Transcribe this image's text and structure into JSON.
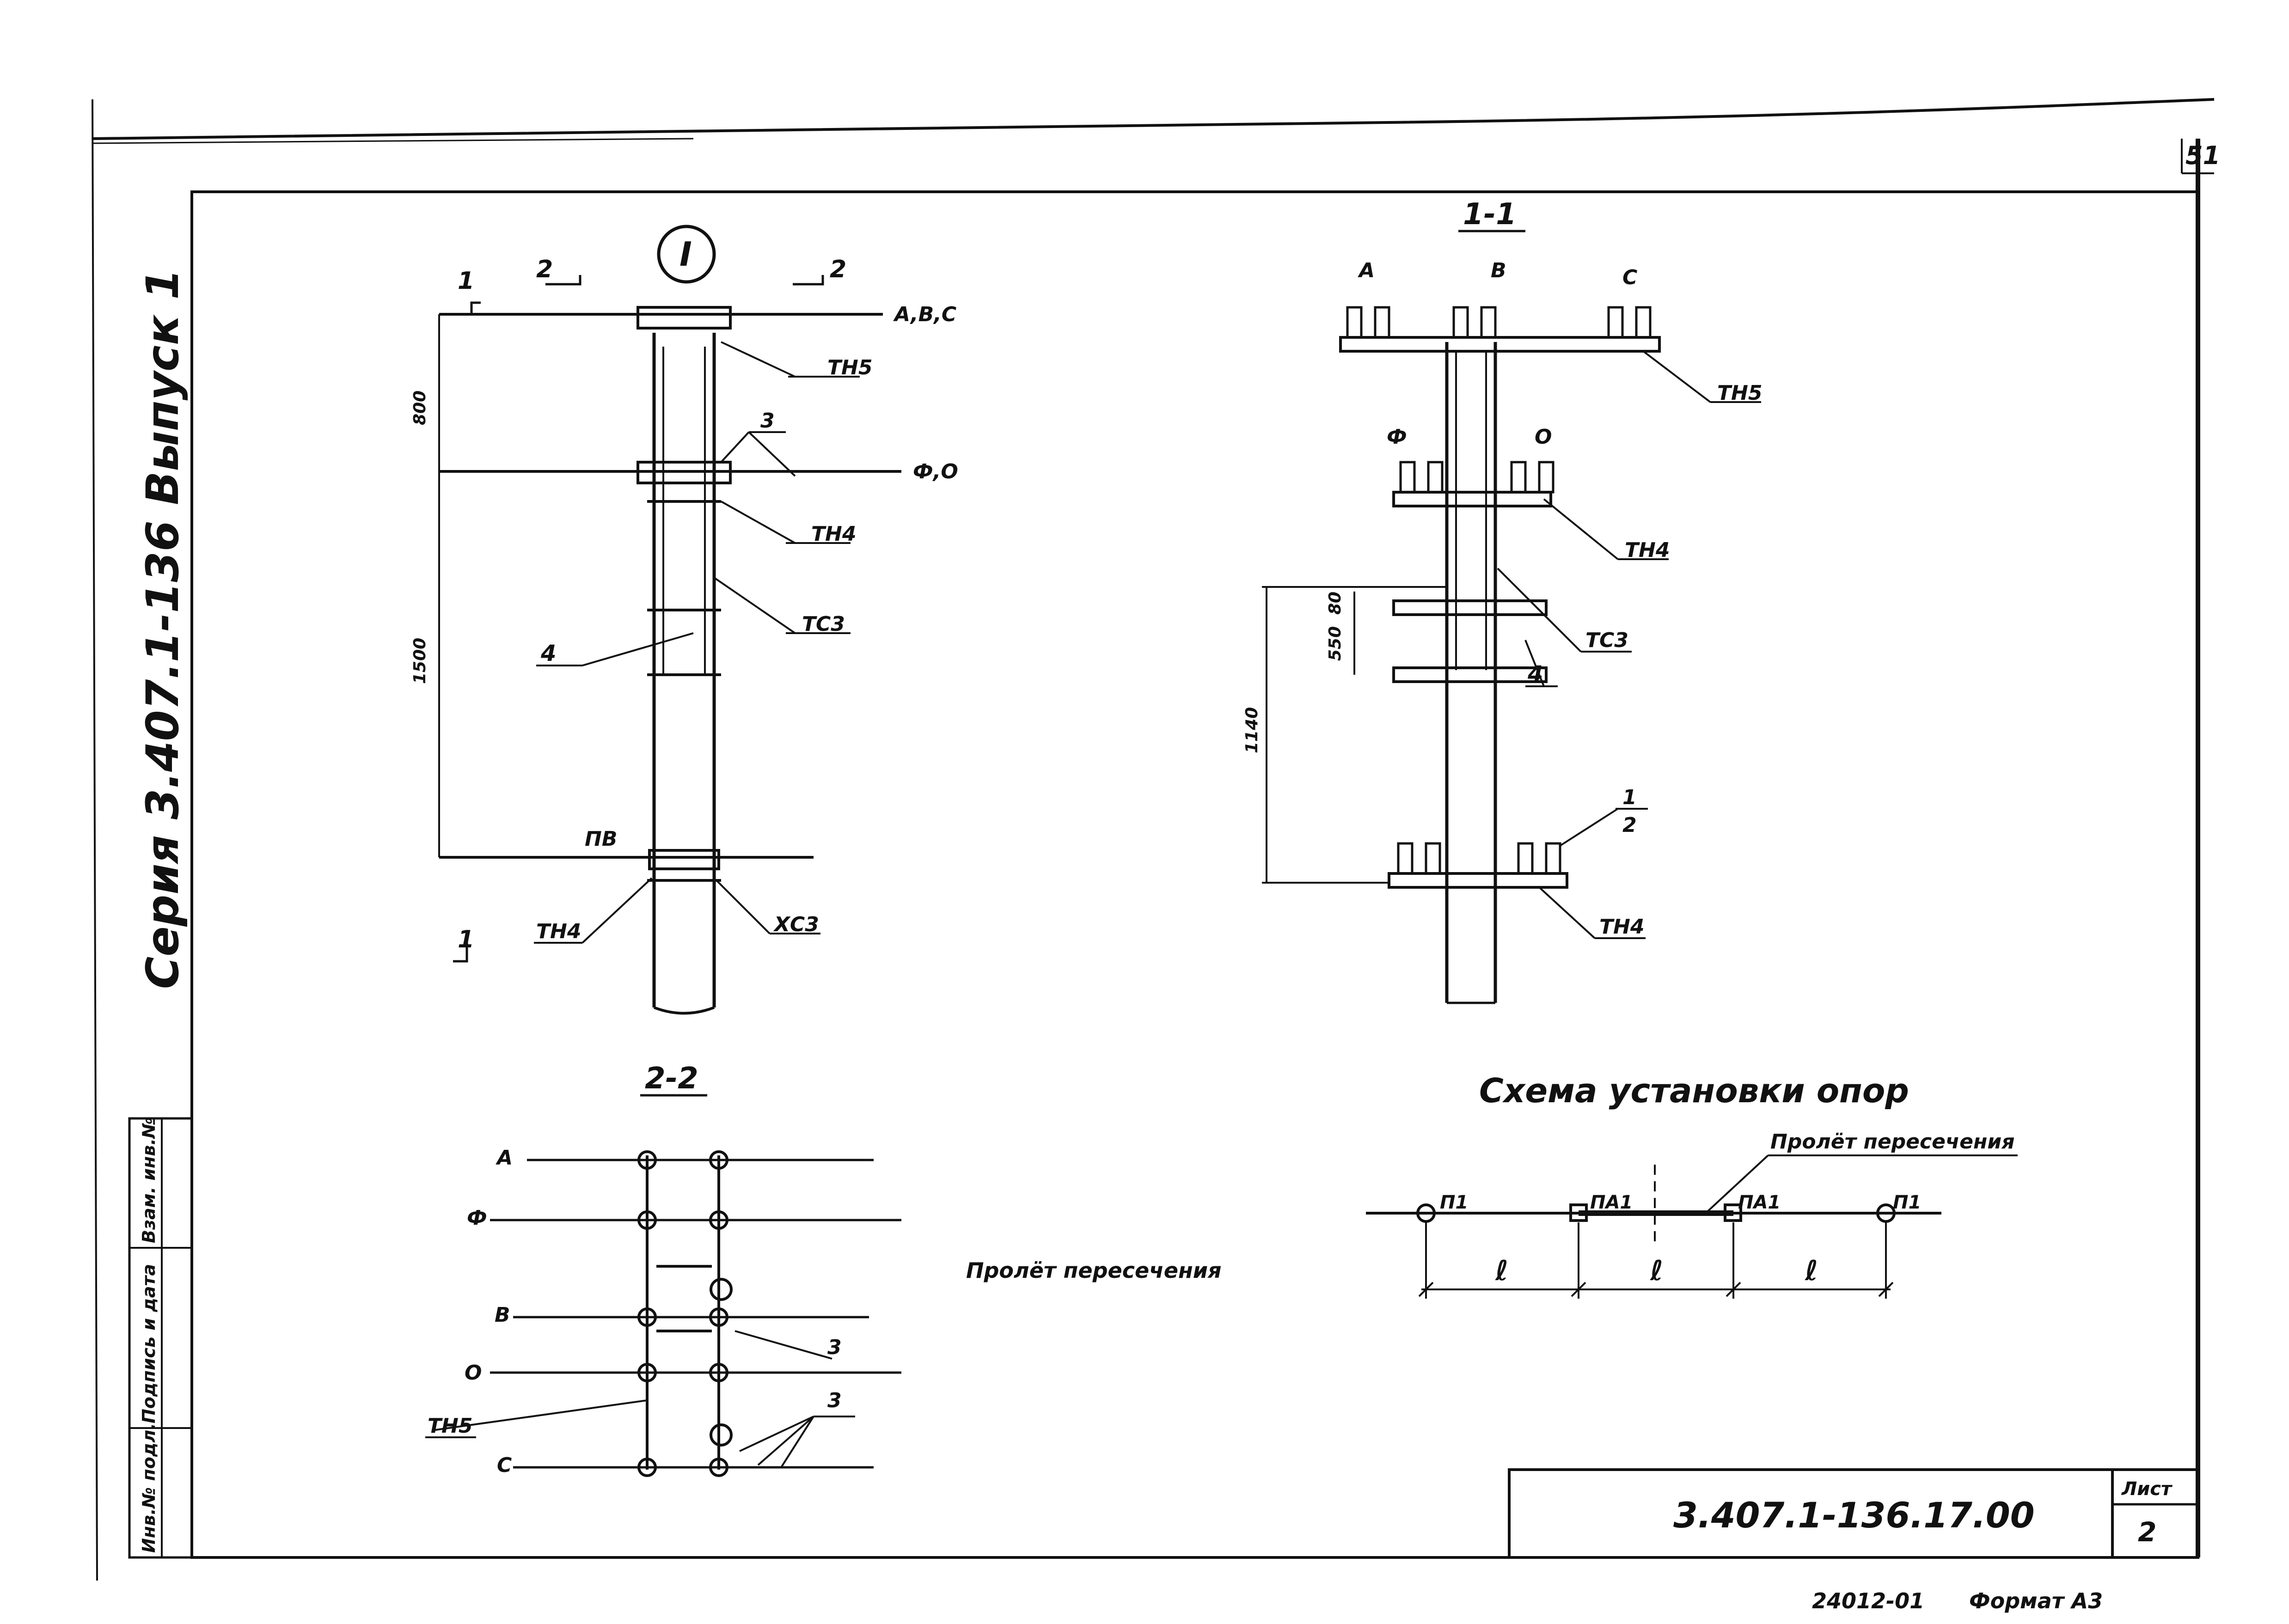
{
  "page_number": "51",
  "side_stamp": "Серия 3.407.1-136 Выпуск 1",
  "side_boxes": [
    "Инв.№ подл.",
    "Подпись и дата",
    "Взам. инв.№"
  ],
  "view_main": {
    "marker": "I",
    "section_1": "1",
    "section_2": "2",
    "wire_top": "A,B,C",
    "wire_mid": "Ф,О",
    "wire_low": "ПВ",
    "tags": [
      "ТН5",
      "3",
      "ТН4",
      "ТС3",
      "4",
      "ТН4",
      "ХС3"
    ],
    "dims": [
      "800",
      "1500"
    ]
  },
  "view_1_1": {
    "title": "1-1",
    "phases": [
      "A",
      "B",
      "C"
    ],
    "phases_mid": [
      "Ф",
      "О"
    ],
    "tags": [
      "ТН5",
      "ТН4",
      "ТС3",
      "4",
      "1",
      "2",
      "ТН4"
    ],
    "dims": [
      "80",
      "550",
      "1140"
    ]
  },
  "view_2_2": {
    "title": "2-2",
    "wires": [
      "А",
      "Ф",
      "В",
      "О",
      "С"
    ],
    "tags": [
      "3",
      "ТН5",
      "3"
    ]
  },
  "center_note": "Пролёт пересечения",
  "scheme": {
    "title": "Схема установки опор",
    "span_label": "Пролёт пересечения",
    "poles": [
      "П1",
      "ПА1",
      "ПА1",
      "П1"
    ],
    "spans": [
      "ℓ",
      "ℓ",
      "ℓ"
    ]
  },
  "title_block": {
    "code": "3.407.1-136.17.00",
    "sheet_label": "Лист",
    "sheet_number": "2"
  },
  "footer": {
    "left": "24012-01",
    "right": "Формат А3"
  }
}
